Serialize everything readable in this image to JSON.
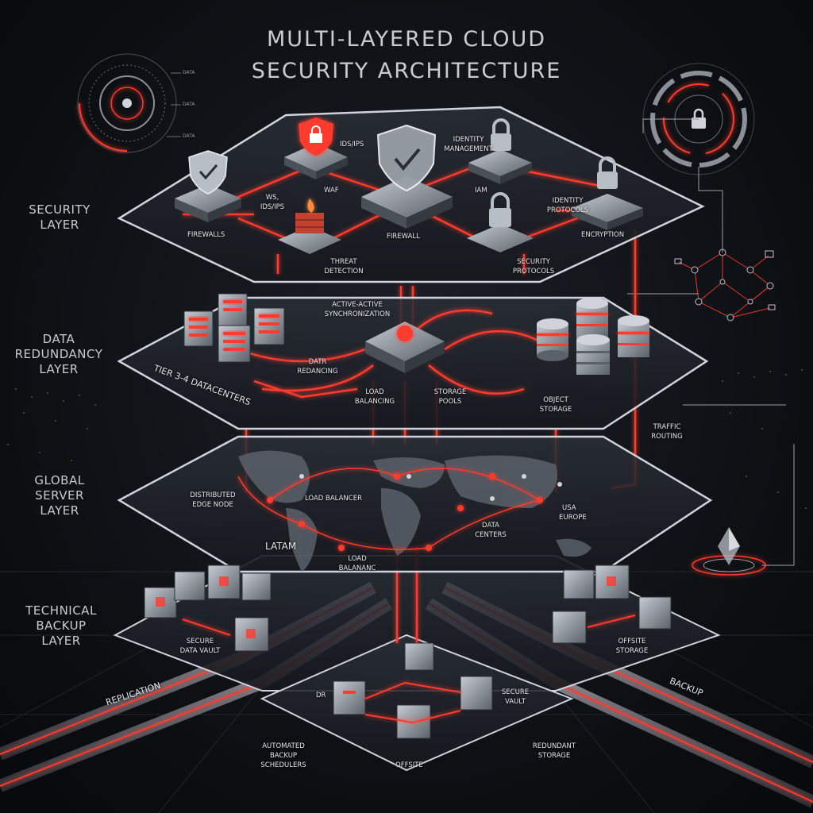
{
  "title": {
    "line1": "MULTI-LAYERED CLOUD",
    "line2": "SECURITY ARCHITECTURE"
  },
  "layers": {
    "security": {
      "line1": "SECURITY",
      "line2": "LAYER"
    },
    "redundancy": {
      "line1": "DATA",
      "line2": "REDUNDANCY",
      "line3": "LAYER"
    },
    "global": {
      "line1": "GLOBAL",
      "line2": "SERVER",
      "line3": "LAYER"
    },
    "backup": {
      "line1": "TECHNICAL",
      "line2": "BACKUP",
      "line3": "LAYER"
    }
  },
  "security_labels": {
    "ids_ips": "IDS/IPS",
    "identity_mgmt_1": "IDENTITY",
    "identity_mgmt_2": "MANAGEMENT",
    "waf_ids_1": "WS,",
    "waf_ids_2": "IDS/IPS",
    "waf": "WAF",
    "iam": "IAM",
    "identity_protocols_1": "IDENTITY",
    "identity_protocols_2": "PROTOCOLS",
    "firewalls": "FIREWALLS",
    "firewall": "FIREWALL",
    "encryption": "ENCRYPTION",
    "threat_detection_1": "THREAT",
    "threat_detection_2": "DETECTION",
    "security_protocols_1": "SECURITY",
    "security_protocols_2": "PROTOCOLS"
  },
  "redundancy_labels": {
    "active_active_1": "ACTIVE-ACTIVE",
    "active_active_2": "SYNCHRONIZATION",
    "tier": "TIER 3-4 DATACENTERS",
    "data_redancing_1": "DATR",
    "data_redancing_2": "REDANCING",
    "load_balancing_1": "LOAD",
    "load_balancing_2": "BALANCING",
    "storage_pools_1": "STORAGE",
    "storage_pools_2": "POOLS",
    "object_storage_1": "OBJECT",
    "object_storage_2": "STORAGE",
    "traffic_routing_1": "TRAFFIC",
    "traffic_routing_2": "ROUTING"
  },
  "global_labels": {
    "edge_node_1": "DISTRIBUTED",
    "edge_node_2": "EDGE NODE",
    "load_balancer": "LOAD BALANCER",
    "usa": "USA",
    "europe": "EUROPE",
    "data_centers_1": "DATA",
    "data_centers_2": "CENTERS",
    "latam": "LATAM",
    "load_balanc_1": "LOAD",
    "load_balanc_2": "BALANANC"
  },
  "backup_labels": {
    "secure_vault_1": "SECURE",
    "secure_vault_2": "DATA VAULT",
    "offsite_storage_1": "OFFSITE",
    "offsite_storage_2": "STORAGE",
    "dr": "DR",
    "secure_vault2_1": "SECURE",
    "secure_vault2_2": "VAULT",
    "automated_1": "AUTOMATED",
    "automated_2": "BACKUP",
    "automated_3": "SCHEDULERS",
    "offsite": "OFFSITE",
    "redundant_1": "REDUNDANT",
    "redundant_2": "STORAGE",
    "replication": "REPLICATION",
    "backup": "BACKUP"
  },
  "gauge_labels": {
    "data1": "DATA",
    "data2": "DATA",
    "data3": "DATA"
  },
  "colors": {
    "accent_red": "#ff3b2f",
    "glow_red": "#ff5a48",
    "platform_edge": "#cfd3da",
    "background": "#0f1216",
    "device_metal": "#8a9099"
  }
}
